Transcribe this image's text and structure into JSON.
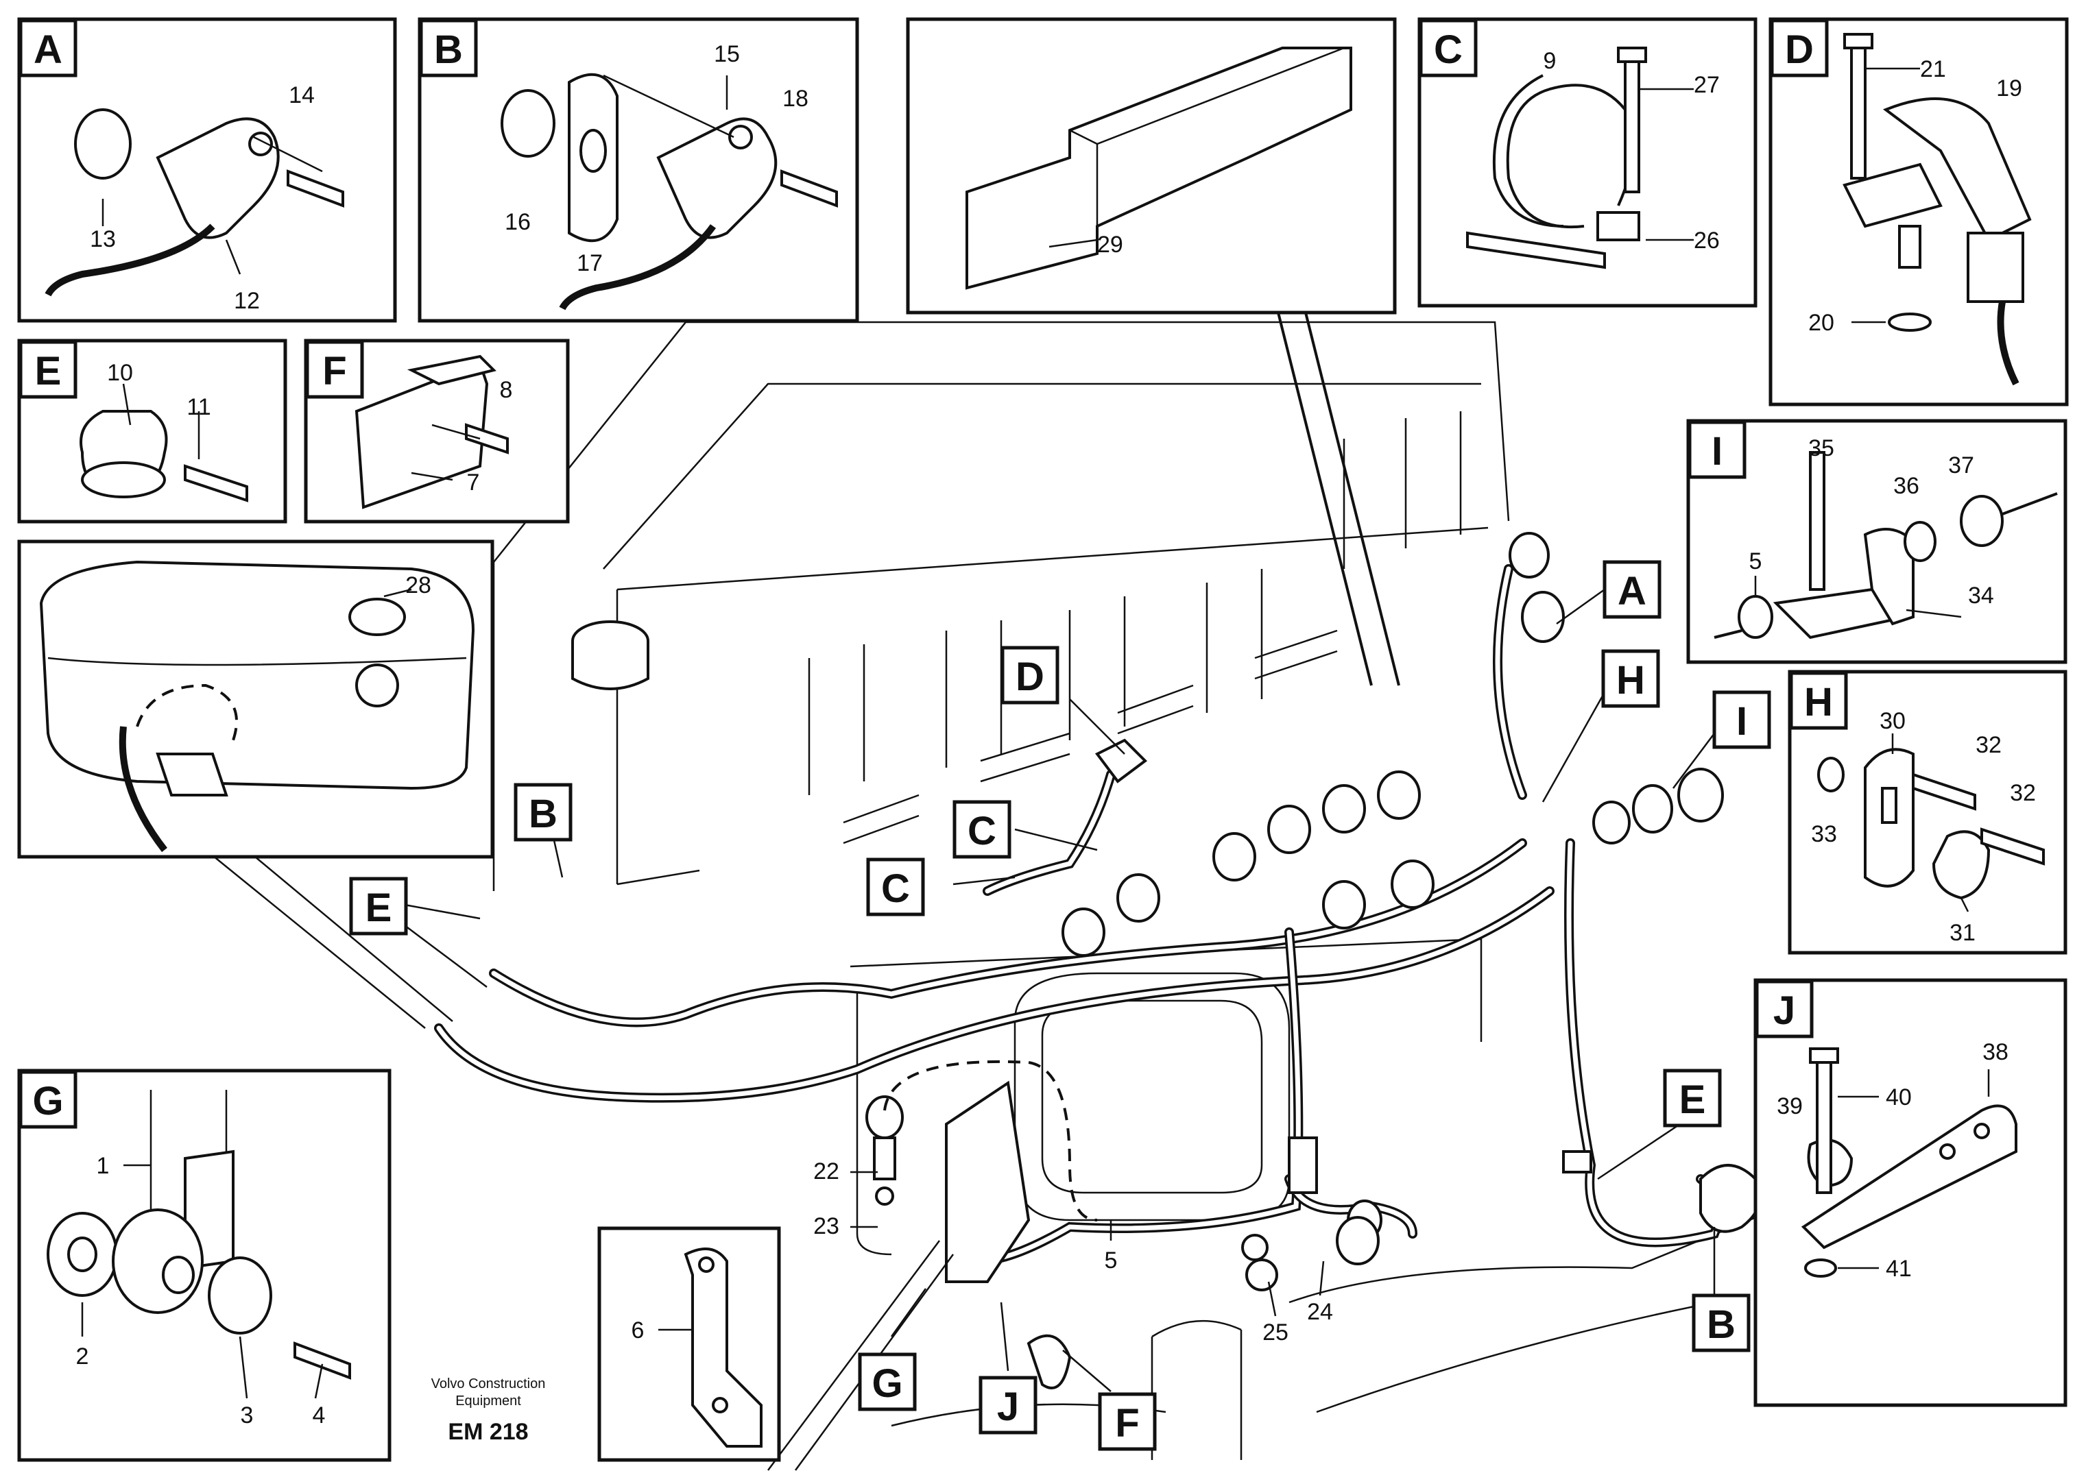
{
  "panels": {
    "A": "A",
    "B": "B",
    "C": "C",
    "D": "D",
    "E": "E",
    "F": "F",
    "G": "G",
    "H": "H",
    "I": "I",
    "J": "J"
  },
  "parts": {
    "p1": "1",
    "p2": "2",
    "p3": "3",
    "p4": "4",
    "p5": "5",
    "p6": "6",
    "p7": "7",
    "p8": "8",
    "p9": "9",
    "p10": "10",
    "p11": "11",
    "p12": "12",
    "p13": "13",
    "p14": "14",
    "p15": "15",
    "p16": "16",
    "p17": "17",
    "p18": "18",
    "p19": "19",
    "p20": "20",
    "p21": "21",
    "p22": "22",
    "p23": "23",
    "p24": "24",
    "p25": "25",
    "p26": "26",
    "p27": "27",
    "p28": "28",
    "p29": "29",
    "p30": "30",
    "p31": "31",
    "p32": "32",
    "p33": "33",
    "p34": "34",
    "p35": "35",
    "p36": "36",
    "p37": "37",
    "p38": "38",
    "p39": "39",
    "p40": "40",
    "p41": "41"
  },
  "footer": {
    "maker_line1": "Volvo Construction",
    "maker_line2": "Equipment",
    "code": "EM 218"
  }
}
